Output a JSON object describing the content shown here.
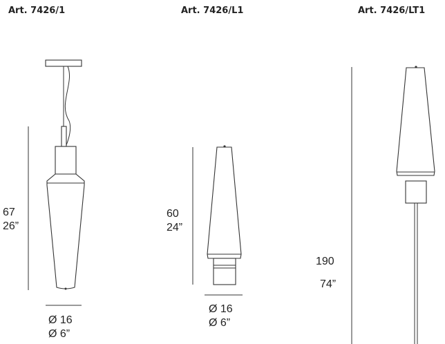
{
  "products": [
    {
      "article": "Art. 7426/1",
      "height_cm": "67",
      "height_in": "26”",
      "dia_cm": "Ø 16",
      "dia_in": "Ø 6”"
    },
    {
      "article": "Art. 7426/L1",
      "height_cm": "60",
      "height_in": "24”",
      "dia_cm": "Ø 16",
      "dia_in": "Ø 6”"
    },
    {
      "article": "Art. 7426/LT1",
      "height_cm": "190",
      "height_in": "74”"
    }
  ]
}
